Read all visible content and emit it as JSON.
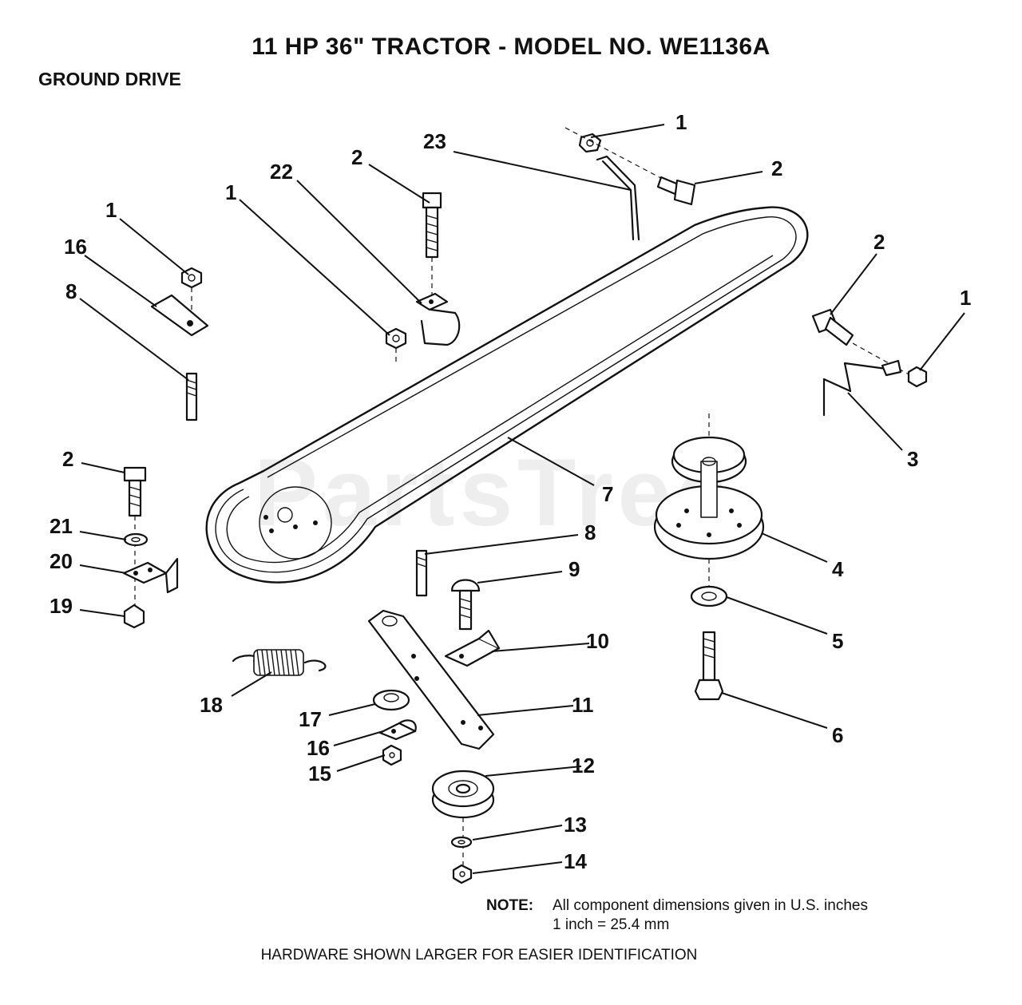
{
  "title": "11 HP 36\" TRACTOR - MODEL NO. WE1136A",
  "section": "GROUND DRIVE",
  "watermark": "PartsTree",
  "note": {
    "label": "NOTE:",
    "line1": "All component dimensions given in U.S. inches",
    "line2": "1 inch = 25.4 mm"
  },
  "footer": "HARDWARE SHOWN LARGER FOR EASIER IDENTIFICATION",
  "callouts": {
    "c1_top": "1",
    "c23": "23",
    "c2_topright": "2",
    "c22": "22",
    "c2_top": "2",
    "c1_mid": "1",
    "c1_left": "1",
    "c16_left": "16",
    "c8_left": "8",
    "c2_right": "2",
    "c1_right": "1",
    "c3": "3",
    "c2_left": "2",
    "c21": "21",
    "c20": "20",
    "c19": "19",
    "c7": "7",
    "c4": "4",
    "c8_mid": "8",
    "c9": "9",
    "c5": "5",
    "c10": "10",
    "c6": "6",
    "c18": "18",
    "c11": "11",
    "c17": "17",
    "c16_bottom": "16",
    "c15": "15",
    "c12": "12",
    "c13": "13",
    "c14": "14"
  }
}
